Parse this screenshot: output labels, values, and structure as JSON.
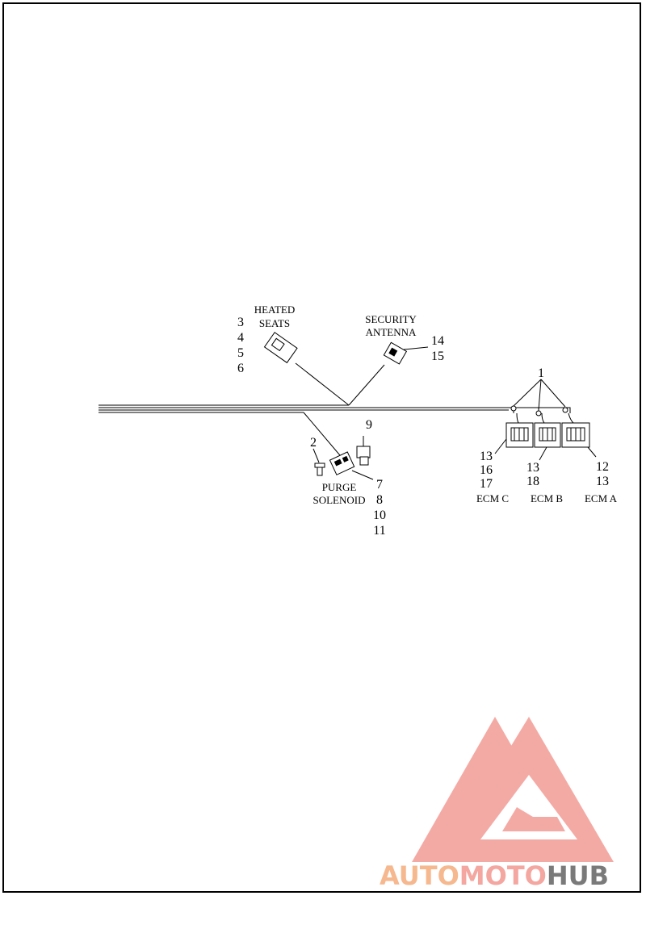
{
  "labels": {
    "heated_seats": [
      "HEATED",
      "SEATS"
    ],
    "security_antenna": [
      "SECURITY",
      "ANTENNA"
    ],
    "purge_solenoid": [
      "PURGE",
      "SOLENOID"
    ],
    "ecm_c": "ECM C",
    "ecm_b": "ECM B",
    "ecm_a": "ECM A"
  },
  "callouts": {
    "heated_seats_nums": [
      "3",
      "4",
      "5",
      "6"
    ],
    "security_nums": [
      "14",
      "15"
    ],
    "item_1": "1",
    "item_2": "2",
    "item_9": "9",
    "purge_nums": [
      "7",
      "8",
      "10",
      "11"
    ],
    "ecm_c_nums": [
      "13",
      "16",
      "17"
    ],
    "ecm_b_nums": [
      "13",
      "18"
    ],
    "ecm_a_nums": [
      "12",
      "13"
    ]
  },
  "watermark": {
    "part1": "AUTO",
    "part2": "MOTO",
    "part3": "HUB",
    "color_main": "#f4a6a0",
    "color_mid": "#f2b8a6",
    "color_hub": "#777777"
  }
}
